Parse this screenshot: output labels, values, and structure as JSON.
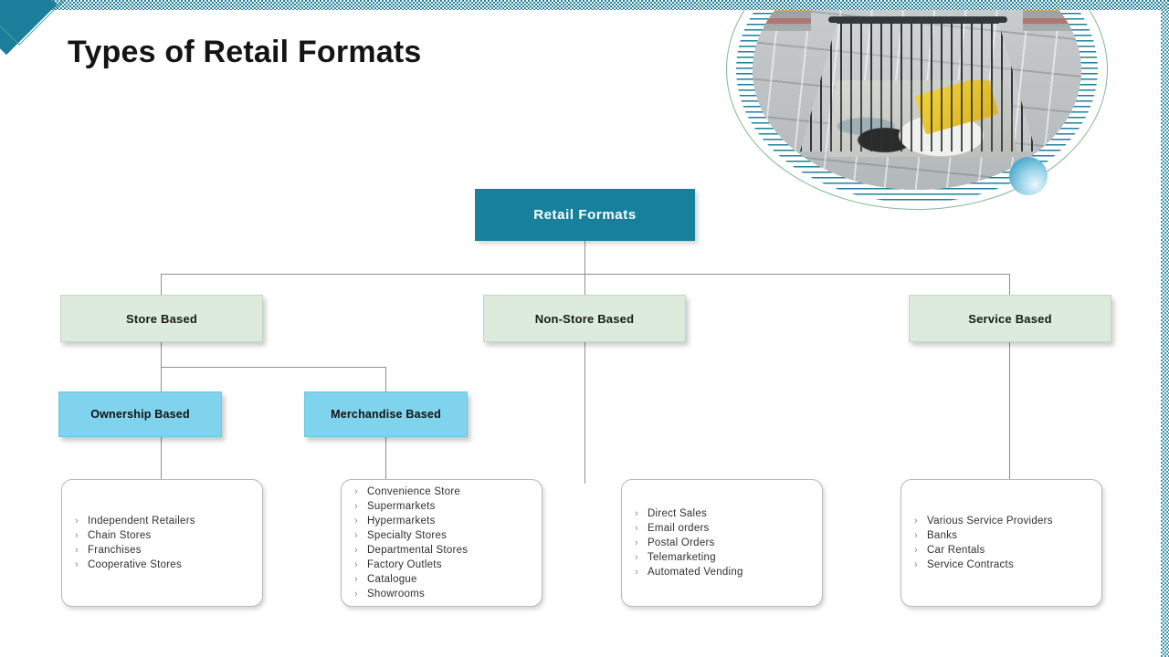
{
  "slide": {
    "title": "Types of Retail Formats",
    "accent_teal": "#17809C",
    "accent_green": "#DCEBDC",
    "accent_blue": "#7FD3EC",
    "connector_color": "#8E8E8E"
  },
  "decor": {
    "corner_diamond_filled": "diamond-shape",
    "corner_diamond_outline": "diamond-outline-shape",
    "top_strip": "checkered-pattern-strip",
    "right_strip": "checkered-pattern-strip",
    "hero_image_alt": "shopping-cart-in-supermarket-aisle",
    "hero_ring": "striped-circle-ring",
    "hero_dot": "gradient-circle-dot"
  },
  "diagram": {
    "root": {
      "label": "Retail  Formats"
    },
    "level1": [
      {
        "label": "Store Based"
      },
      {
        "label": "Non-Store Based"
      },
      {
        "label": "Service Based"
      }
    ],
    "level2": [
      {
        "label": "Ownership Based"
      },
      {
        "label": "Merchandise Based"
      }
    ],
    "bullet_glyph": "›",
    "lists": [
      {
        "id": "ownership",
        "items": [
          "Independent Retailers",
          "Chain Stores",
          "Franchises",
          "Cooperative Stores"
        ]
      },
      {
        "id": "merchandise",
        "items": [
          "Convenience Store",
          "Supermarkets",
          "Hypermarkets",
          "Specialty Stores",
          "Departmental Stores",
          "Factory Outlets",
          "Catalogue",
          "Showrooms"
        ]
      },
      {
        "id": "nonstore",
        "items": [
          "Direct Sales",
          "Email orders",
          "Postal Orders",
          "Telemarketing",
          "Automated Vending"
        ]
      },
      {
        "id": "service",
        "items": [
          "Various Service Providers",
          "Banks",
          "Car Rentals",
          "Service Contracts"
        ]
      }
    ]
  }
}
